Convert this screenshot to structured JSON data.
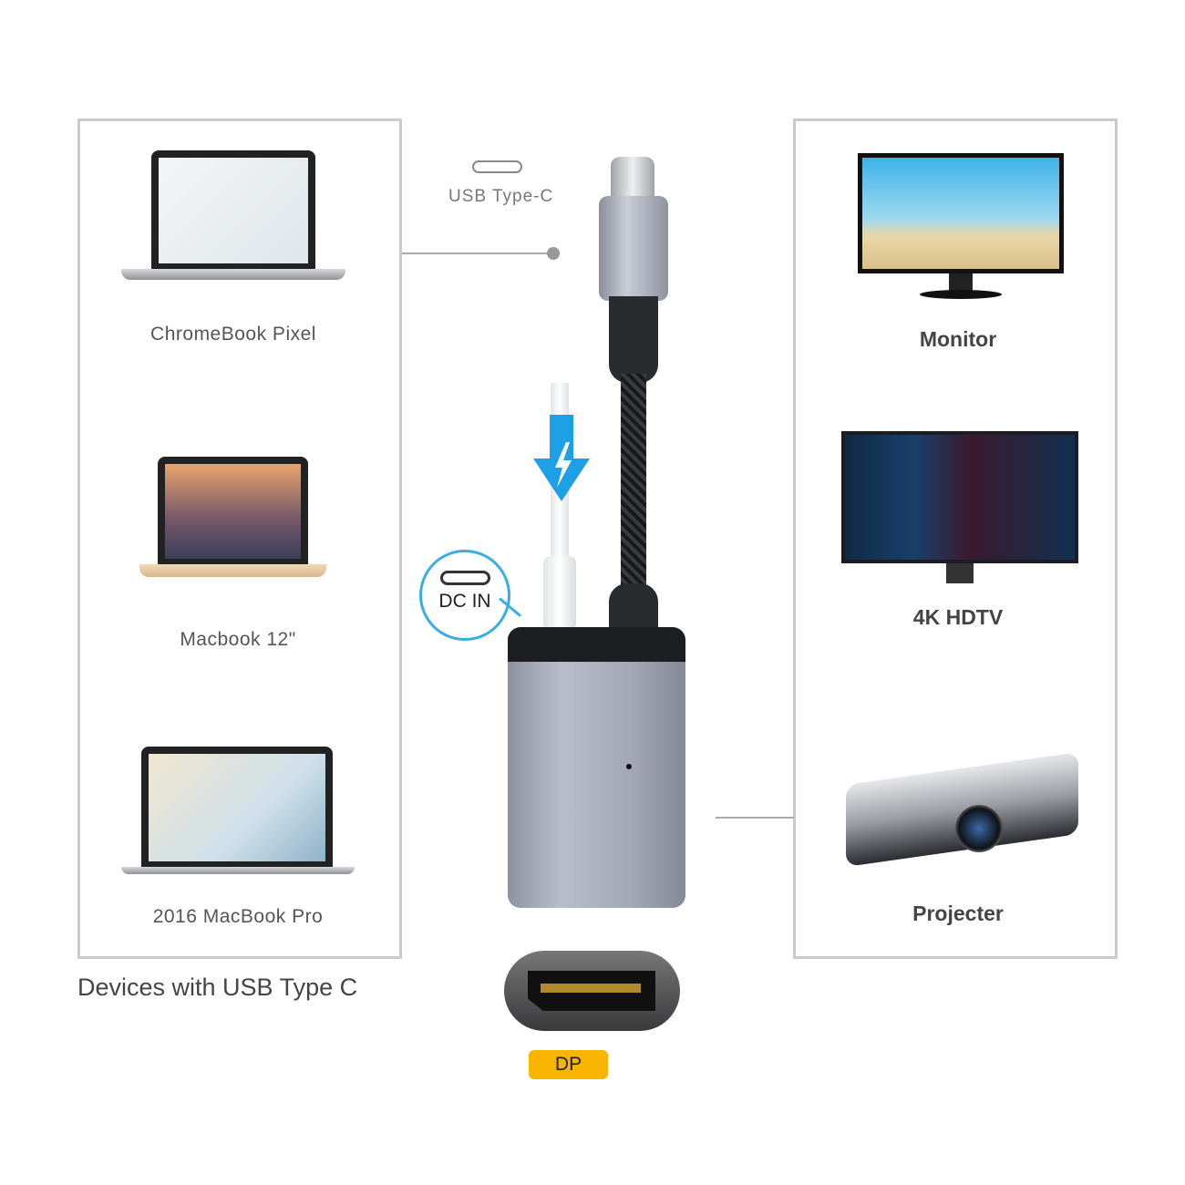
{
  "left_panel": {
    "devices": [
      {
        "label": "ChromeBook Pixel",
        "icon": "laptop-icon"
      },
      {
        "label": "Macbook 12\"",
        "icon": "laptop-icon"
      },
      {
        "label": "2016 MacBook Pro",
        "icon": "laptop-icon"
      }
    ],
    "caption": "Devices with USB Type C"
  },
  "right_panel": {
    "devices": [
      {
        "label": "Monitor",
        "icon": "monitor-icon"
      },
      {
        "label": "4K HDTV",
        "icon": "tv-icon"
      },
      {
        "label": "Projecter",
        "icon": "projector-icon"
      }
    ]
  },
  "connector": {
    "usb_label": "USB Type-C",
    "dc_in_label": "DC IN",
    "dp_label": "DP"
  },
  "colors": {
    "panel_border": "#c9cbcd",
    "adapter_body": "#a3a7b3",
    "charge_arrow": "#1ea0e6",
    "dc_bubble": "#3aaee0",
    "dp_badge": "#f7b500"
  }
}
